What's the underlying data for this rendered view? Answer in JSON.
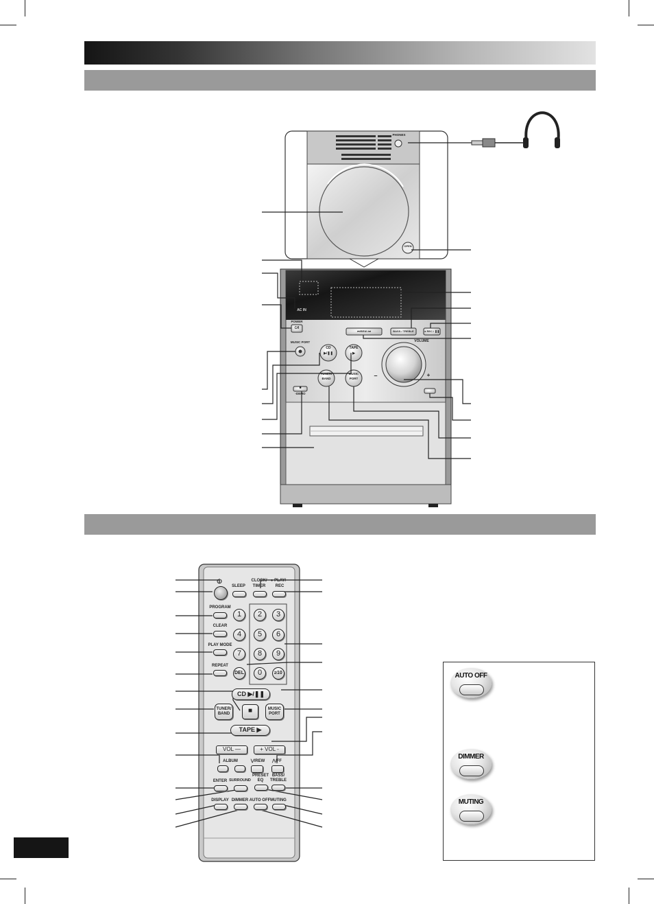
{
  "unit": {
    "phones_label": "PHONES",
    "open_label": "OPEN",
    "ac_in_label": "AC IN",
    "power_label": "POWER",
    "power_symbol": "⏻/I",
    "music_port_label": "MUSIC PORT",
    "cd_label": "CD",
    "cd_symbol": "▶/❚❚",
    "tape_label": "TAPE",
    "tape_symbol": "▶",
    "tuner_band_line1": "TUNER/",
    "tuner_band_line2": "BAND",
    "music_port_btn_line1": "MUSIC",
    "music_port_btn_line2": "PORT",
    "stop_label": "■",
    "demo_label": "-DEMO",
    "skip_label": "⏮/REW  /⏭",
    "bass_treble_label": "BASS / TREBLE",
    "rec_label": "● REC / ❚❚",
    "volume_label": "VOLUME",
    "vol_minus": "–",
    "vol_plus": "+"
  },
  "remote": {
    "power_symbol": "⏻",
    "sleep": "SLEEP",
    "clock_timer_line1": "CLOCK/",
    "clock_timer_line2": "TIMER",
    "play_rec_line1": "● PLAY/",
    "play_rec_line2": "REC",
    "program": "PROGRAM",
    "clear": "CLEAR",
    "play_mode": "PLAY MODE",
    "repeat": "REPEAT",
    "numbers": [
      "1",
      "2",
      "3",
      "4",
      "5",
      "6",
      "7",
      "8",
      "9"
    ],
    "del": "DEL",
    "zero": "0",
    "plus10": "≥10",
    "cd_play": "CD ▶/❚❚",
    "stop": "■",
    "tuner_band_line1": "TUNER/",
    "tuner_band_line2": "BAND",
    "music_port_line1": "MUSIC",
    "music_port_line2": "PORT",
    "tape": "TAPE ▶",
    "vol_minus": "VOL —",
    "vol_plus": "+ VOL -",
    "album": "ALBUM",
    "rew": "⋁/REW",
    "ff": "⋀/FF",
    "preset_eq_line1": "PRESET",
    "preset_eq_line2": "EQ",
    "bass_treble_line1": "BASS/",
    "bass_treble_line2": "TREBLE",
    "enter": "ENTER",
    "surround": "SURROUND",
    "display": "DISPLAY",
    "dimmer": "DIMMER",
    "auto_off": "AUTO OFF",
    "muting": "MUTING"
  },
  "side_box": {
    "auto_off": "AUTO OFF",
    "dimmer": "DIMMER",
    "muting": "MUTING"
  }
}
